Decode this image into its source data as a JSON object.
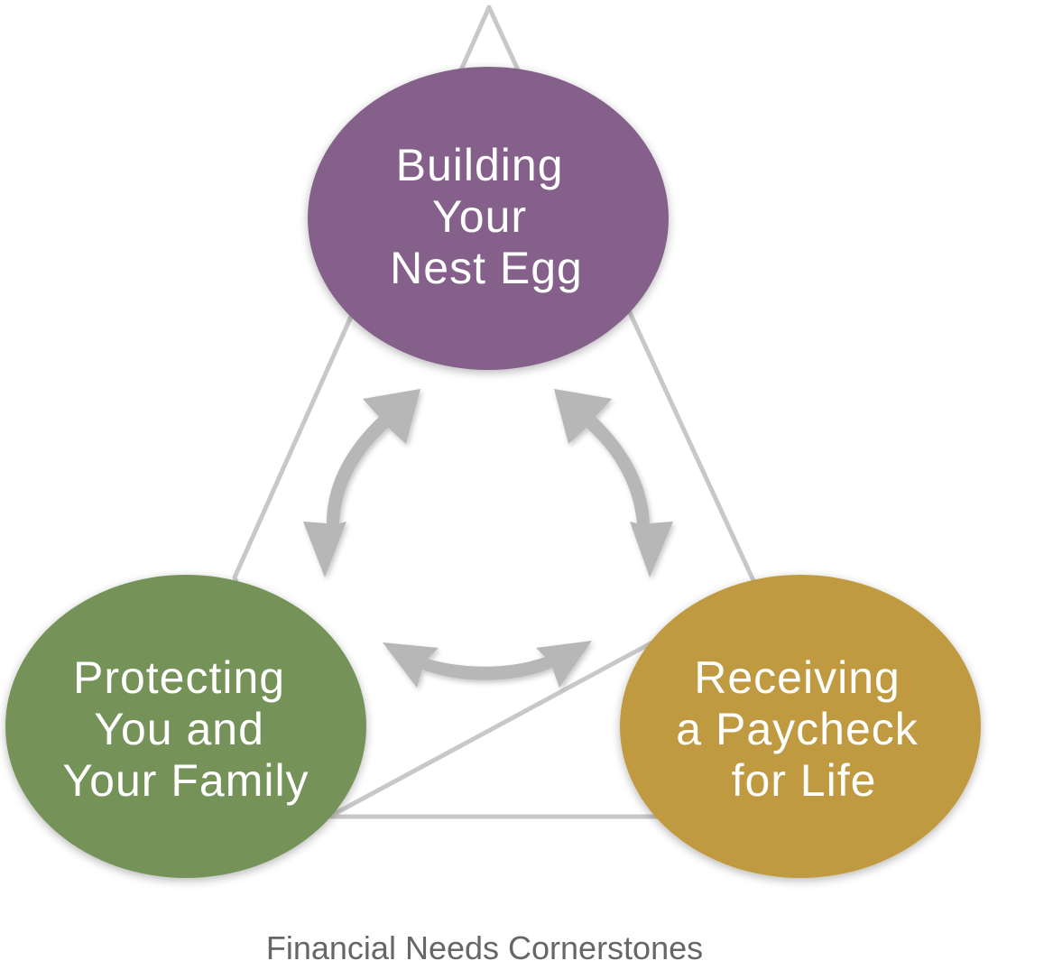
{
  "diagram": {
    "caption": "Financial Needs Cornerstones",
    "nodes": {
      "top": {
        "lines": [
          "Building",
          "Your",
          "Nest Egg"
        ],
        "color": "#85608b"
      },
      "left": {
        "lines": [
          "Protecting",
          "You and",
          "Your Family"
        ],
        "color": "#759259"
      },
      "right": {
        "lines": [
          "Receiving",
          "a Paycheck",
          "for Life"
        ],
        "color": "#bf9a41"
      }
    },
    "colors": {
      "triangle_stroke": "#c8c8c8",
      "arrow_fill": "#b7b7b7"
    }
  }
}
